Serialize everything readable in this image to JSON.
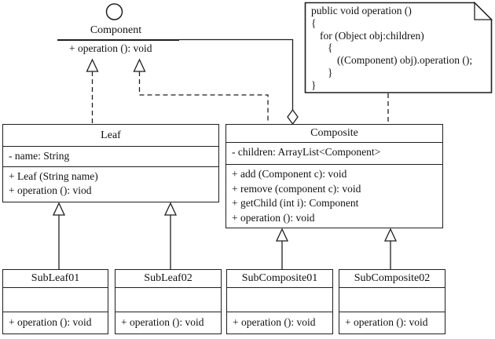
{
  "component": {
    "name": "Component",
    "operation": "+ operation (): void"
  },
  "note": {
    "lines": [
      "public void operation ()",
      "{",
      "for (Object obj:children)",
      "{",
      "((Component) obj).operation ();",
      "}",
      "}"
    ]
  },
  "classes": {
    "leaf": {
      "title": "Leaf",
      "attributes": [
        "- name: String"
      ],
      "methods": [
        "+ Leaf (String name)",
        "+ operation (): viod"
      ]
    },
    "composite": {
      "title": "Composite",
      "attributes": [
        "- children: ArrayList<Component>"
      ],
      "methods": [
        "+ add (Component c): void",
        "+ remove (component c): void",
        "+ getChild (int i): Component",
        "+ operation (): void"
      ]
    },
    "subleaf01": {
      "title": "SubLeaf01",
      "attributes": [],
      "methods": [
        "+ operation (): void"
      ]
    },
    "subleaf02": {
      "title": "SubLeaf02",
      "attributes": [],
      "methods": [
        "+ operation (): void"
      ]
    },
    "subcomposite01": {
      "title": "SubComposite01",
      "attributes": [],
      "methods": [
        "+ operation (): void"
      ]
    },
    "subcomposite02": {
      "title": "SubComposite02",
      "attributes": [],
      "methods": [
        "+ operation (): void"
      ]
    }
  },
  "relationships": [
    {
      "type": "realization",
      "from": "Leaf",
      "to": "Component"
    },
    {
      "type": "realization",
      "from": "Composite",
      "to": "Component"
    },
    {
      "type": "aggregation",
      "owner": "Composite",
      "part": "Component"
    },
    {
      "type": "generalization",
      "from": "SubLeaf01",
      "to": "Leaf"
    },
    {
      "type": "generalization",
      "from": "SubLeaf02",
      "to": "Leaf"
    },
    {
      "type": "generalization",
      "from": "SubComposite01",
      "to": "Composite"
    },
    {
      "type": "generalization",
      "from": "SubComposite02",
      "to": "Composite"
    },
    {
      "type": "note-anchor",
      "from": "code-note",
      "to": "Composite"
    }
  ],
  "icons": {
    "lollipop": "interface-circle",
    "hollow_triangle": "inheritance-arrowhead",
    "hollow_diamond": "aggregation-diamond",
    "note_fold": "dog-ear-corner"
  },
  "colors": {
    "line": "#1f1f1f",
    "background": "#ffffff",
    "text": "#111111"
  }
}
